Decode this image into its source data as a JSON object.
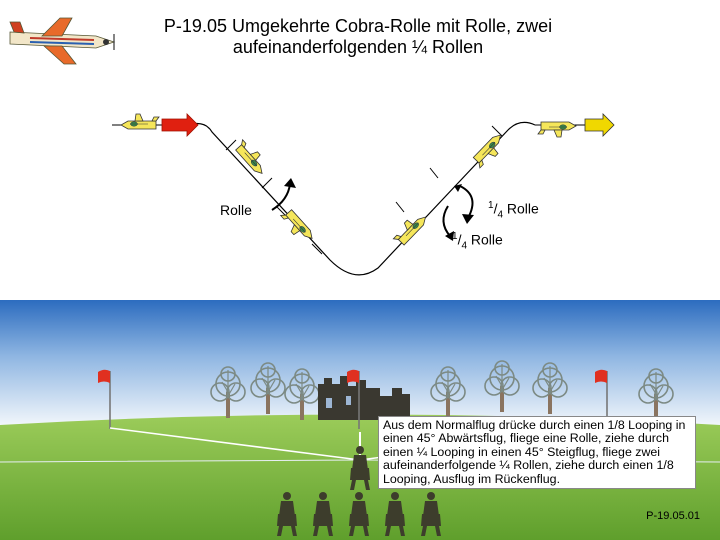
{
  "slide": {
    "title_line1": "P-19.05 Umgekehrte Cobra-Rolle mit Rolle, zwei",
    "title_line2": "aufeinanderfolgenden ¼ Rollen",
    "labels": {
      "roll": "Rolle",
      "quarter_numerator": "1",
      "quarter_denominator": "4",
      "quarter_word": "Rolle"
    },
    "description": "Aus dem Normalflug drücke durch einen 1/8 Looping in einen 45° Abwärtsflug, fliege eine Rolle, ziehe durch einen ¼ Looping in einen 45° Steigflug, fliege zwei aufeinanderfolgende ¼ Rollen, ziehe durch einen 1/8 Looping, Ausflug im Rückenflug.",
    "code": "P-19.05.01"
  },
  "colors": {
    "sky_top": "#2e6fc1",
    "sky_bottom": "#eef5fb",
    "grass": "#7dbb3e",
    "entry_arrow": "#e02010",
    "exit_arrow": "#f0d800",
    "aircraft": "#f5e65a",
    "flag": "#e03020"
  },
  "icons": [
    "aircraft-logo-icon",
    "aircraft-icon",
    "rotation-arrow-icon",
    "entry-arrow-icon",
    "exit-arrow-icon",
    "flag-icon",
    "tree-icon",
    "castle-icon",
    "pilot-icon",
    "spectator-icon"
  ]
}
